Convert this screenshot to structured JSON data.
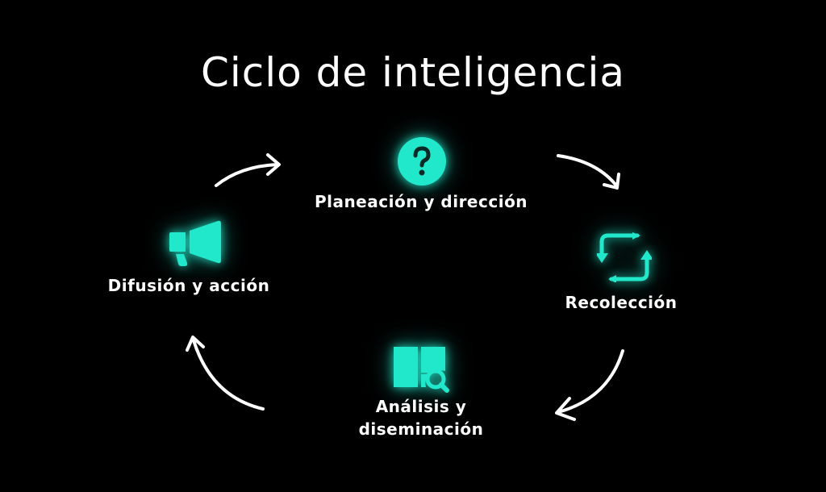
{
  "title": "Ciclo de inteligencia",
  "accent_color": "#22e8cb",
  "stages": [
    {
      "label": "Planeación y dirección",
      "icon": "question-icon"
    },
    {
      "label": "Recolección",
      "icon": "refresh-cycle-icon"
    },
    {
      "label_line1": "Análisis y",
      "label_line2": "diseminación",
      "icon": "book-search-icon"
    },
    {
      "label": "Difusión y acción",
      "icon": "megaphone-icon"
    }
  ],
  "flow_direction": "clockwise"
}
